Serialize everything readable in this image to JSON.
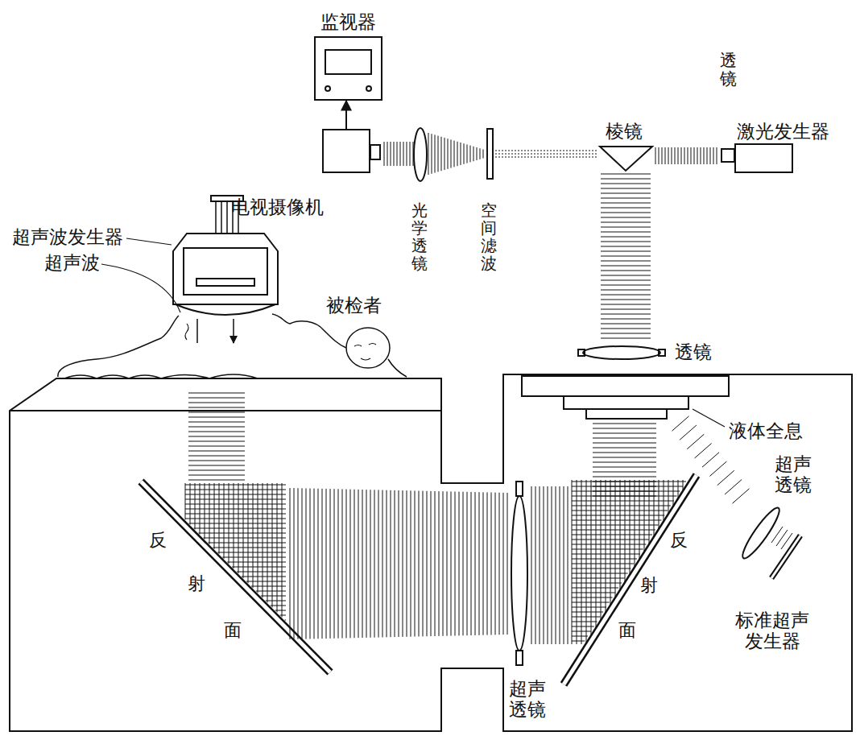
{
  "diagram": {
    "nodes": [
      {
        "text": [
          "监视器"
        ]
      },
      {
        "text": [
          "电视摄像机"
        ]
      },
      {
        "text": [
          "激光发生器"
        ]
      }
    ],
    "edges": [
      {
        "from": 1,
        "to": 0,
        "arrow": "to"
      }
    ],
    "labels": [
      "透镜",
      "棱镜",
      "光学透镜",
      "空间滤波",
      "超声波发生器",
      "超声波",
      "被检者",
      "透镜",
      "液体全息",
      "超声 透镜",
      "反射面",
      "反射面",
      "标准超声 发生器",
      "超声 透镜"
    ]
  }
}
